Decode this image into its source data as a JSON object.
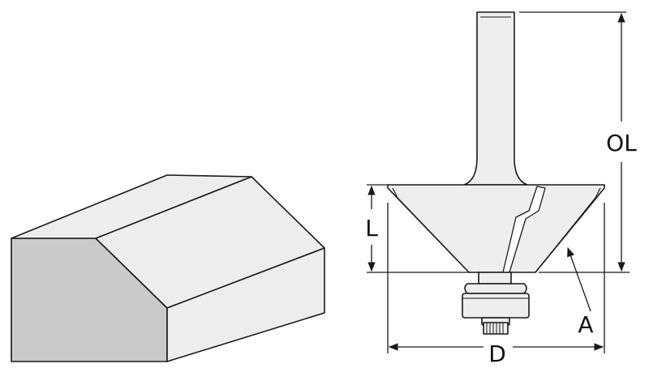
{
  "labels": {
    "overall_length": "OL",
    "cutting_length": "L",
    "angle": "A",
    "diameter": "D"
  },
  "colors": {
    "stroke": "#1a1a1a",
    "face_dark": "#c9cacc",
    "face_light": "#eceded",
    "tool_fill": "#eceeef",
    "background": "#ffffff"
  }
}
